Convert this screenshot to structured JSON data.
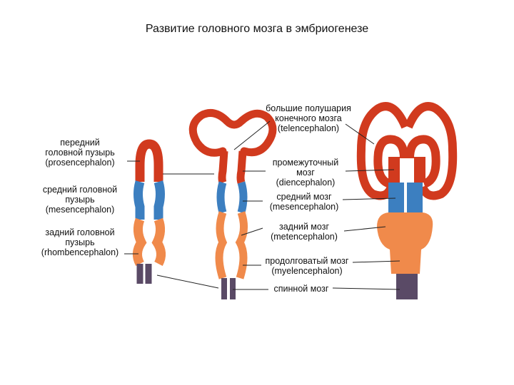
{
  "title": "Развитие головного мозга в эмбриогенезе",
  "colors": {
    "forebrain": "#d13a1e",
    "midbrain": "#3c7fc0",
    "hindbrain": "#f08a4b",
    "spinal": "#5a4a66",
    "outline": "#333333",
    "leader": "#222222"
  },
  "left_labels": {
    "prosencephalon": [
      "передний",
      "головной пузырь",
      "(prosencephalon)"
    ],
    "mesencephalon": [
      "средний головной",
      "пузырь",
      "(mesencephalon)"
    ],
    "rhombencephalon": [
      "задний головной",
      "пузырь",
      "(rhombencephalon)"
    ]
  },
  "right_labels": {
    "telencephalon": [
      "большие полушария",
      "конечного мозга",
      "(telencephalon)"
    ],
    "diencephalon": [
      "промежуточный",
      "мозг",
      "(diencephalon)"
    ],
    "mesencephalon": [
      "средний мозг",
      "(mesencephalon)"
    ],
    "metencephalon": [
      "задний мозг",
      "(metencephalon)"
    ],
    "myelencephalon": [
      "продолговатый мозг",
      "(myelencephalon)"
    ],
    "spinal": [
      "спинной мозг"
    ]
  }
}
